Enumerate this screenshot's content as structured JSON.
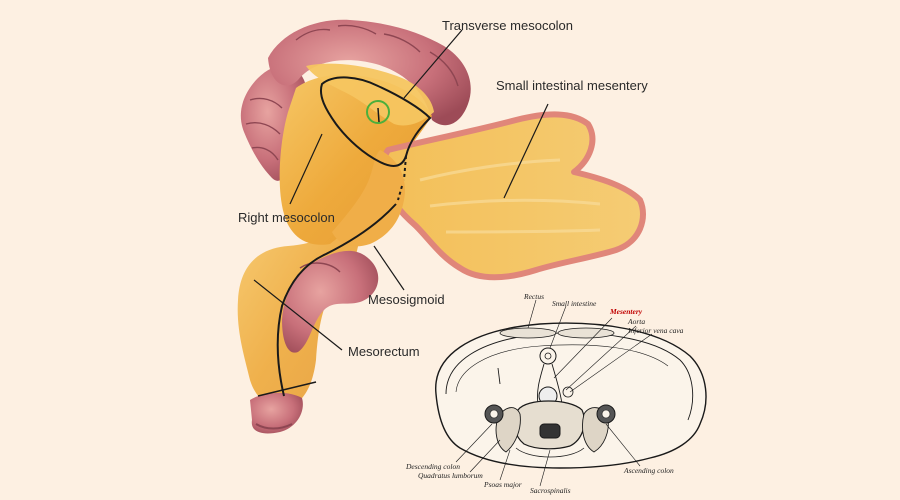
{
  "labels": {
    "transverse_mesocolon": "Transverse mesocolon",
    "small_intestinal_mesentery": "Small intestinal mesentery",
    "right_mesocolon": "Right mesocolon",
    "mesosigmoid": "Mesosigmoid",
    "mesorectum": "Mesorectum"
  },
  "section_labels": {
    "rectus": "Rectus",
    "small_intestine": "Small intestine",
    "mesentery": "Mesentery",
    "aorta": "Aorta",
    "inferior_vena_cava": "Inferior vena cava",
    "descending_colon": "Descending colon",
    "quadratus_lumborum": "Quadratus lumborum",
    "psoas_major": "Psoas major",
    "sacrospinalis": "Sacrospinalis",
    "ascending_colon": "Ascending colon"
  },
  "colors": {
    "background": "#fdf0e2",
    "mesentery_fill": "#f1b24a",
    "mesentery_edge": "#e08b7e",
    "colon": "#d17f85",
    "highlight_circle": "#4caf3c",
    "mesentery_label_red": "#c00000"
  }
}
